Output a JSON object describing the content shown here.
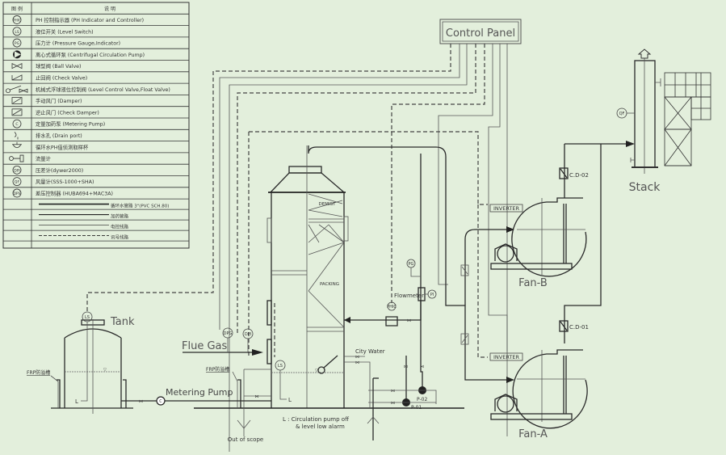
{
  "legend": {
    "header": {
      "symbol": "图 例",
      "description": "说      明"
    },
    "items": [
      {
        "icon": "PHIC",
        "icon_name": "ph-indicator-controller-icon",
        "text": "PH 控制指示器 (PH Indicator and Controller)"
      },
      {
        "icon": "LS",
        "icon_name": "level-switch-icon",
        "text": "液位开关 (Level Switch)"
      },
      {
        "icon": "PG",
        "icon_name": "pressure-gauge-icon",
        "text": "压力计 (Pressure Gauge,Indicator)"
      },
      {
        "icon": "pump",
        "icon_name": "centrifugal-pump-icon",
        "text": "离心式循环泵 (Centrifugal Circulation Pump)"
      },
      {
        "icon": "ball-valve",
        "icon_name": "ball-valve-icon",
        "text": "球型阀 (Ball Valve)"
      },
      {
        "icon": "check-valve",
        "icon_name": "check-valve-icon",
        "text": "止回阀 (Check Valve)"
      },
      {
        "icon": "float-valve",
        "icon_name": "float-valve-icon",
        "text": "机械式浮球液位控制阀 (Level Control Valve,Float Valve)"
      },
      {
        "icon": "damper",
        "icon_name": "damper-icon",
        "text": "手动风门 (Damper)"
      },
      {
        "icon": "check-damper",
        "icon_name": "check-damper-icon",
        "text": "逆止风门 (Check Damper)"
      },
      {
        "icon": "C",
        "icon_name": "metering-pump-icon",
        "text": "定量加药泵 (Metering Pump)"
      },
      {
        "icon": "drain",
        "icon_name": "drain-port-icon",
        "text": "排水孔 (Drain port)"
      },
      {
        "icon": "sampler",
        "icon_name": "ph-sampler-cup-icon",
        "text": "循环水PH值侦测取样杯"
      },
      {
        "icon": "flowmeter",
        "icon_name": "flowmeter-icon",
        "text": "流量计"
      },
      {
        "icon": "DPI",
        "icon_name": "differential-pressure-gauge-icon",
        "text": "压差计(dywer2000)"
      },
      {
        "icon": "QF",
        "icon_name": "air-flow-meter-icon",
        "text": "风量计(SSS-1000+SHA)"
      },
      {
        "icon": "DPS",
        "icon_name": "differential-pressure-switch-icon",
        "text": "差压控制器 (HUBA694+MAC3A)"
      }
    ],
    "line_types": [
      {
        "style": "thick",
        "text": "循环水管路 3\"(PVC SCH.80)"
      },
      {
        "style": "medium",
        "text": "加药管路"
      },
      {
        "style": "thin",
        "text": "电控线路"
      },
      {
        "style": "dashed",
        "text": "讯号线路"
      }
    ]
  },
  "labels": {
    "control_panel": "Control Panel",
    "stack": "Stack",
    "fan_b": "Fan-B",
    "fan_a": "Fan-A",
    "tank": "Tank",
    "flue_gas": "Flue Gas",
    "metering_pump": "Metering Pump",
    "packing": "PACKING",
    "demist": "DEMIST",
    "flowmeter": "Flowmeter",
    "city_water": "City Water",
    "inverter_b": "INVERTER",
    "inverter_a": "INVERTER",
    "cd_02": "C.D-02",
    "cd_01": "C.D-01",
    "p_02": "P-02",
    "p_01": "P-01",
    "frp_tank": "FRP防溢槽",
    "frp_scrubber": "FRP防溢槽",
    "out_of_scope": "Out of scope",
    "note_line1": "L : Circulation pump off",
    "note_line2": "& level low alarm",
    "level_l_tank": "L",
    "level_l_scrubber": "L",
    "dpg": "DPG",
    "dpi": "DPI",
    "ls_tank": "LS",
    "ls_scrubber": "LS",
    "phic": "PHIC",
    "pg": "PG",
    "pi": "PI",
    "qf": "QF"
  },
  "colors": {
    "background": "#e3efdc",
    "line": "#2a2a2a",
    "text": "#4a4a4a"
  }
}
